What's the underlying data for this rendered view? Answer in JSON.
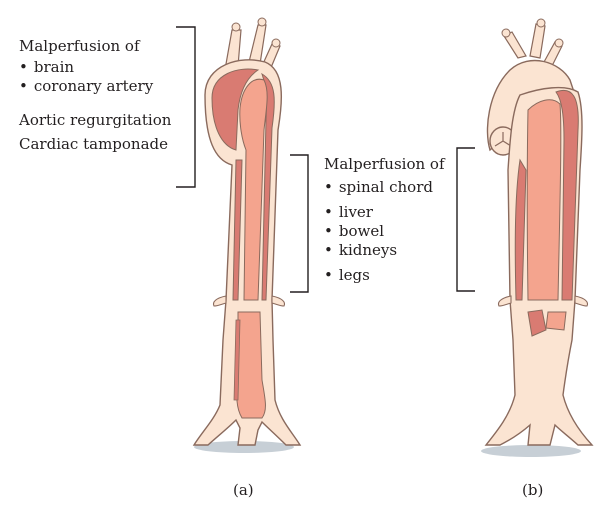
{
  "left_annotation": {
    "heading": "Malperfusion of",
    "items": [
      "brain",
      "coronary artery"
    ],
    "extra_lines": [
      "Aortic regurgitation",
      "Cardiac tamponade"
    ]
  },
  "middle_annotation": {
    "heading": "Malperfusion of",
    "items": [
      "spinal chord",
      "liver",
      "bowel",
      "kidneys",
      "legs"
    ]
  },
  "panel_labels": [
    "(a)",
    "(b)"
  ],
  "colors": {
    "outer_wall": "#fbe4d2",
    "outline": "#8a6a5d",
    "true_lumen": "#f4a48e",
    "false_lumen": "#d97b72",
    "shadow": "#c7cfd6"
  }
}
